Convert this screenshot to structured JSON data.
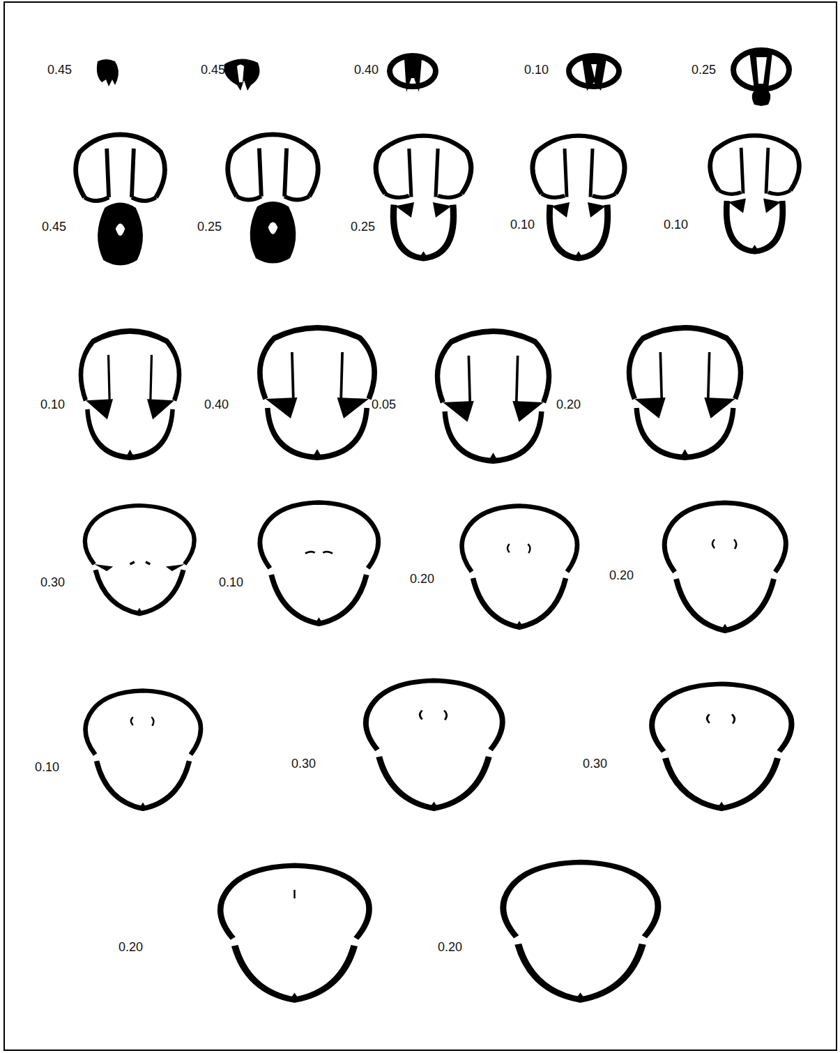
{
  "diagram": {
    "labels": [
      "0.45",
      "0.45",
      "0.40",
      "0.10",
      "0.25",
      "0.45",
      "0.25",
      "0.25",
      "0.10",
      "0.10",
      "0.10",
      "0.40",
      "0.05",
      "0.20",
      "0.30",
      "0.10",
      "0.20",
      "0.20",
      "0.10",
      "0.30",
      "0.30",
      "0.20",
      "0.20"
    ]
  }
}
